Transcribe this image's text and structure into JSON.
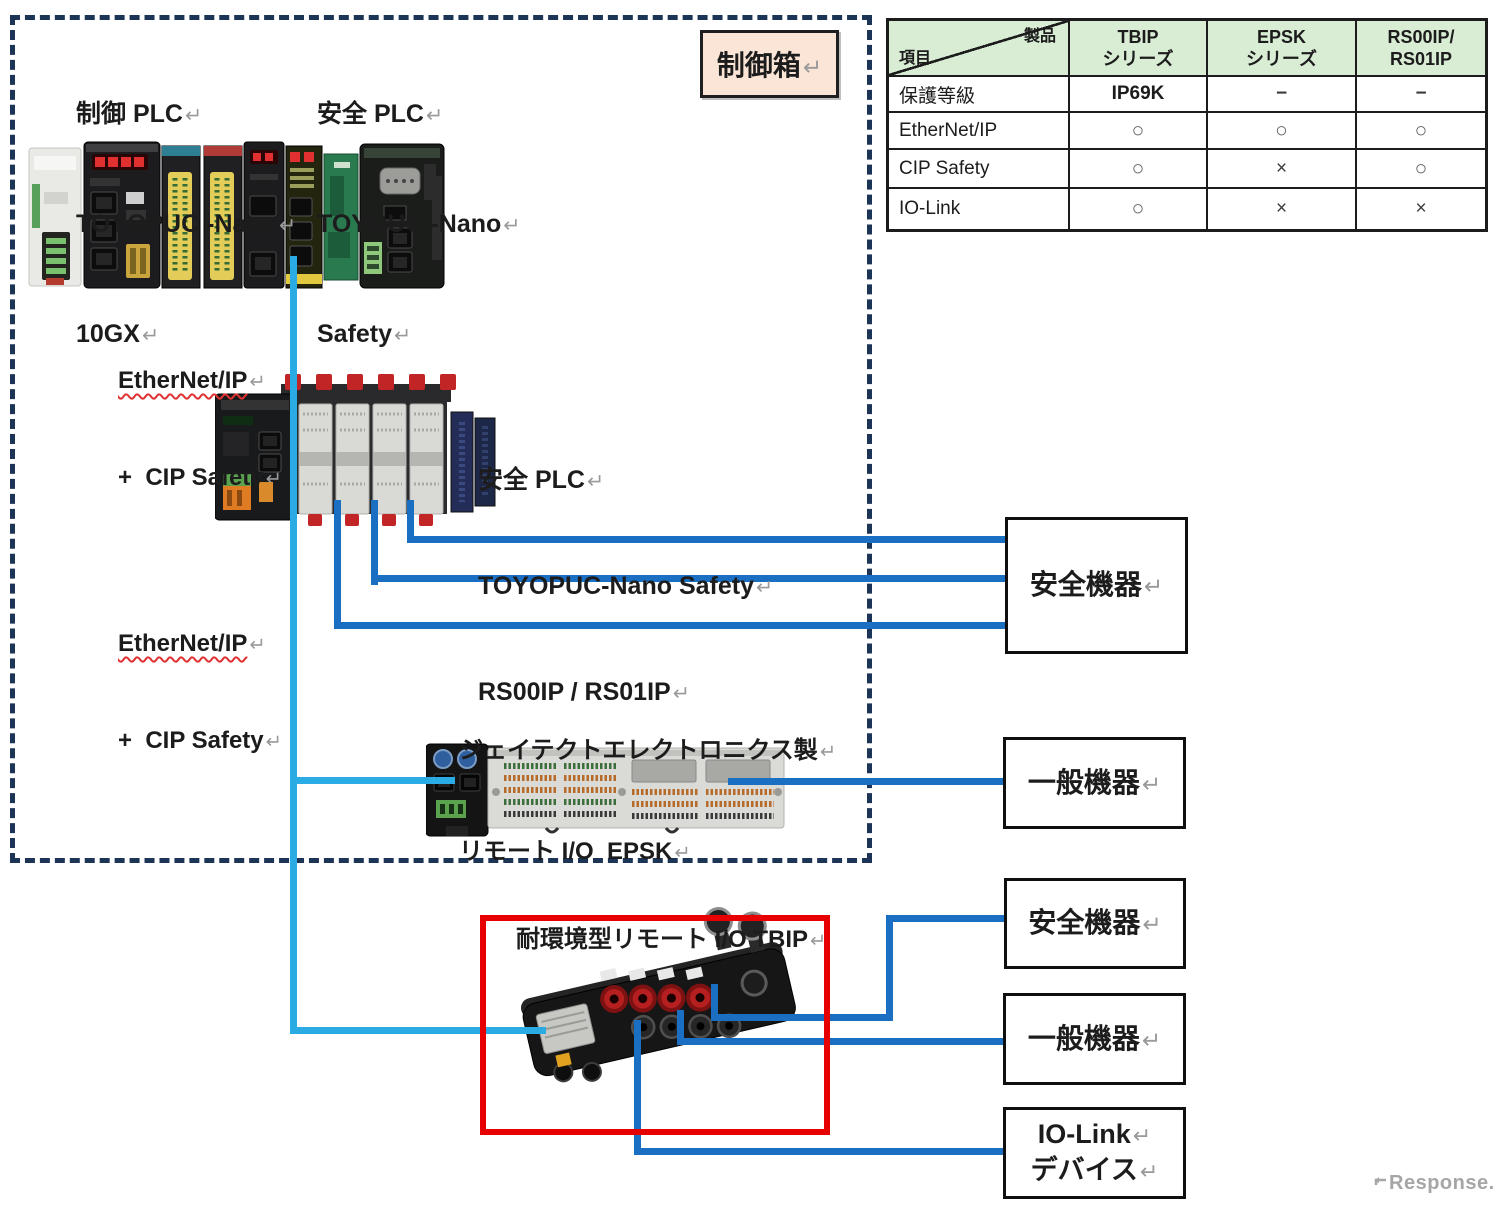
{
  "colors": {
    "dashed_border": "#1c3557",
    "cyan_line": "#2aabe4",
    "blue_line": "#1b6fc2",
    "red_box": "#e60000",
    "table_header_bg": "#d9ecd4",
    "control_box_bg": "#fbe5d6"
  },
  "control_box_label": "制御箱↵",
  "labels": {
    "control_plc": {
      "lines": [
        "制御 PLC↵",
        "TOYOPUC -Nano↵",
        "10GX↵"
      ]
    },
    "safety_plc_top": {
      "lines": [
        "安全 PLC↵",
        "TOYOUC -Nano↵",
        "Safety↵"
      ]
    },
    "ethernet1": {
      "lines": [
        "EtherNet/IP↵",
        "+  CIP Safety↵"
      ]
    },
    "safety_plc_mid": {
      "lines": [
        "安全 PLC↵",
        "TOYOPUC-Nano Safety↵",
        "RS00IP / RS01IP↵"
      ]
    },
    "ethernet2": {
      "lines": [
        "EtherNet/IP↵",
        "+  CIP Safety↵"
      ]
    },
    "epsk": {
      "lines": [
        "ジェイテクトエレクトロニクス製↵",
        "リモート I/O  EPSK↵"
      ]
    },
    "tbip": "耐環境型リモート I/O TBIP↵"
  },
  "device_boxes": [
    {
      "label": "安全機器↵"
    },
    {
      "label": "一般機器↵"
    },
    {
      "label": "安全機器↵"
    },
    {
      "label": "一般機器↵"
    },
    {
      "lines": [
        "IO-Link↵",
        "デバイス↵"
      ]
    }
  ],
  "table": {
    "corner_top_right": "製品",
    "corner_bottom_left": "項目",
    "columns": [
      [
        "TBIP",
        "シリーズ"
      ],
      [
        "EPSK",
        "シリーズ"
      ],
      [
        "RS00IP/",
        "RS01IP"
      ]
    ],
    "rows": [
      {
        "label": "保護等級",
        "values": [
          "IP69K",
          "−",
          "−"
        ]
      },
      {
        "label": "EtherNet/IP",
        "values": [
          "○",
          "○",
          "○"
        ]
      },
      {
        "label": "CIP Safety",
        "values": [
          "○",
          "×",
          "○"
        ]
      },
      {
        "label": "IO-Link",
        "values": [
          "○",
          "×",
          "×"
        ]
      }
    ]
  },
  "watermark": "Response."
}
